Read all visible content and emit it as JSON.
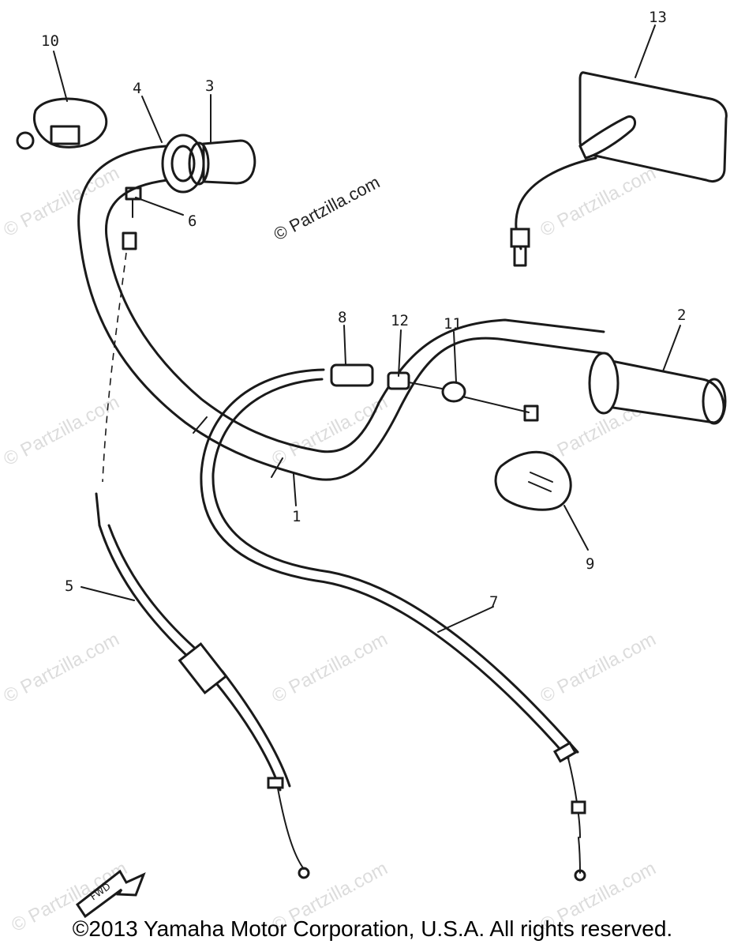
{
  "watermark": "© Partzilla.com",
  "center_watermark": "© Partzilla.com",
  "fwd_label": "FWD",
  "copyright": "©2013  Yamaha Motor Corporation, U.S.A. All rights reserved.",
  "callouts": {
    "p1": "1",
    "p2": "2",
    "p3": "3",
    "p4": "4",
    "p5": "5",
    "p6": "6",
    "p7": "7",
    "p8": "8",
    "p9": "9",
    "p10": "10",
    "p11": "11",
    "p12": "12",
    "p13": "13"
  }
}
